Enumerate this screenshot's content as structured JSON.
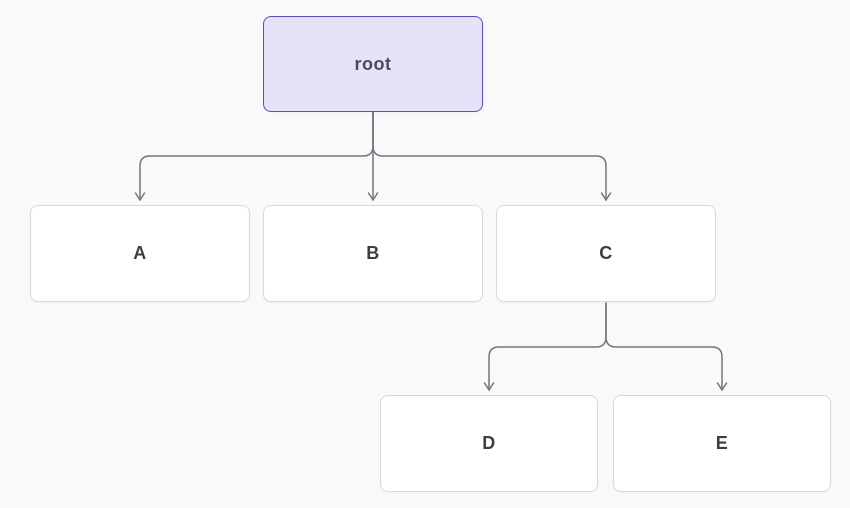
{
  "diagram": {
    "type": "tree",
    "background_color": "#f9f9f9",
    "edge_color": "#717680",
    "root_fill": "#e6e2f8",
    "root_border": "#5b4fc8",
    "node_fill": "#ffffff",
    "node_border": "#d9d9d9",
    "nodes": [
      {
        "id": "root",
        "label": "root"
      },
      {
        "id": "A",
        "label": "A"
      },
      {
        "id": "B",
        "label": "B"
      },
      {
        "id": "C",
        "label": "C"
      },
      {
        "id": "D",
        "label": "D"
      },
      {
        "id": "E",
        "label": "E"
      }
    ],
    "edges": [
      {
        "from": "root",
        "to": "A"
      },
      {
        "from": "root",
        "to": "B"
      },
      {
        "from": "root",
        "to": "C"
      },
      {
        "from": "C",
        "to": "D"
      },
      {
        "from": "C",
        "to": "E"
      }
    ]
  }
}
